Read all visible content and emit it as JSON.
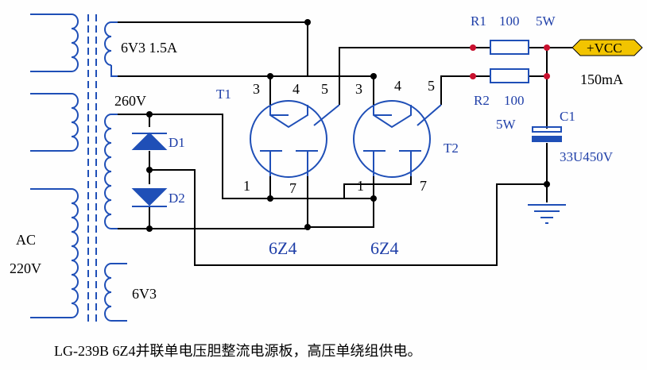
{
  "labels": {
    "transformer_secondary_heater": "6V3 1.5A",
    "transformer_hv": "260V",
    "primary_ac": "AC",
    "primary_voltage": "220V",
    "secondary_6v3": "6V3",
    "tube1_ref": "T1",
    "tube2_ref": "T2",
    "tube1_type": "6Z4",
    "tube2_type": "6Z4",
    "pin3_a": "3",
    "pin4_a": "4",
    "pin5_a": "5",
    "pin1_a": "1",
    "pin7_a": "7",
    "pin3_b": "3",
    "pin4_b": "4",
    "pin5_b": "5",
    "pin1_b": "1",
    "pin7_b": "7",
    "d1": "D1",
    "d2": "D2",
    "r1_ref": "R1",
    "r1_value": "100",
    "r1_power": "5W",
    "r2_ref": "R2",
    "r2_value": "100",
    "r2_power": "5W",
    "c1_ref": "C1",
    "c1_value": "33U450V",
    "vcc": "+VCC",
    "current": "150mA"
  },
  "caption": "LG-239B  6Z4并联单电压胆整流电源板，高压单绕组供电。",
  "colors": {
    "component": "#1f4fb7",
    "text_blue": "#1f3fa8",
    "node_red": "#c8102e",
    "vcc_fill": "#f2c400"
  }
}
